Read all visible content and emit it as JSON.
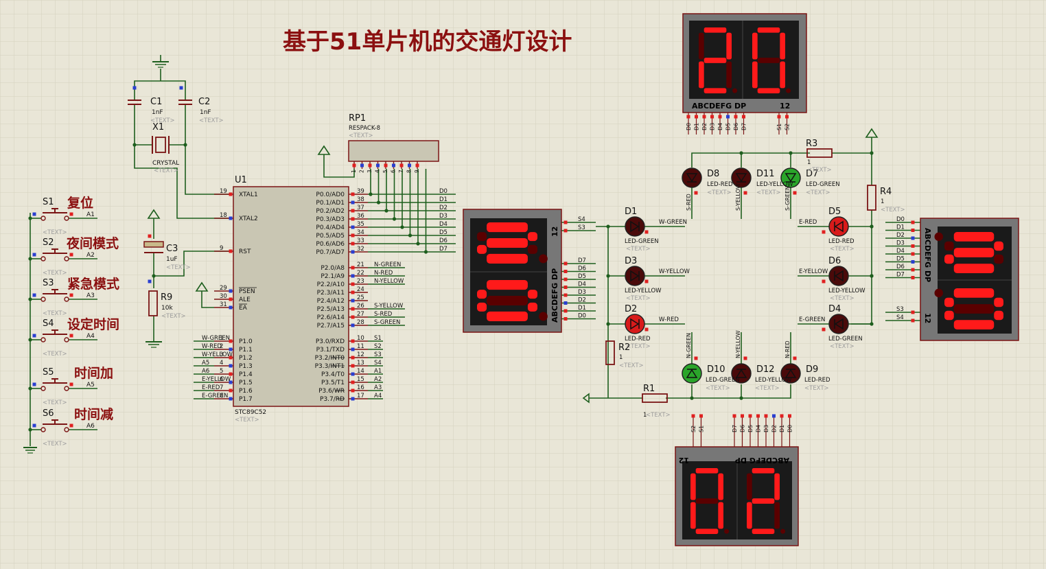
{
  "title": "基于51单片机的交通灯设计",
  "colors": {
    "background": "#e9e6d7",
    "grid": "#d4d0bd",
    "wire": "#1d5e1d",
    "outline": "#7a1414",
    "chip_fill": "#c9c6b3",
    "text_dark": "#111111",
    "text_red": "#8b1010",
    "placeholder": "#9c9c9c",
    "seg_on": "#ff1a1a",
    "seg_off": "#5a0000",
    "display_bg": "#1a1a1a",
    "display_frame": "#777777",
    "led_red": "#d81b1b",
    "led_green": "#2aa52a",
    "led_off": "#4a0a0a",
    "pin_red": "#e02020",
    "pin_blue": "#2a3fd0"
  },
  "placeholder_text": "<TEXT>",
  "crystal": {
    "c1_ref": "C1",
    "c1_val": "1nF",
    "c2_ref": "C2",
    "c2_val": "1nF",
    "x1_ref": "X1",
    "x1_val": "CRYSTAL",
    "c3_ref": "C3",
    "c3_val": "1uF",
    "r9_ref": "R9",
    "r9_val": "10k"
  },
  "buttons": [
    {
      "ref": "S1",
      "label": "复位",
      "net": "A1"
    },
    {
      "ref": "S2",
      "label": "夜间模式",
      "net": "A2"
    },
    {
      "ref": "S3",
      "label": "紧急模式",
      "net": "A3"
    },
    {
      "ref": "S4",
      "label": "设定时间",
      "net": "A4"
    },
    {
      "ref": "S5",
      "label": "时间加",
      "net": "A5"
    },
    {
      "ref": "S6",
      "label": "时间减",
      "net": "A6"
    }
  ],
  "mcu": {
    "ref": "U1",
    "part": "STC89C52",
    "left_pins": [
      {
        "num": "19",
        "name": "XTAL1"
      },
      {
        "num": "18",
        "name": "XTAL2"
      },
      {
        "num": "9",
        "name": "RST"
      },
      {
        "num": "29",
        "name": "PSEN"
      },
      {
        "num": "30",
        "name": "ALE"
      },
      {
        "num": "31",
        "name": "EA"
      },
      {
        "num": "1",
        "name": "P1.0"
      },
      {
        "num": "2",
        "name": "P1.1"
      },
      {
        "num": "3",
        "name": "P1.2"
      },
      {
        "num": "4",
        "name": "P1.3"
      },
      {
        "num": "5",
        "name": "P1.4"
      },
      {
        "num": "6",
        "name": "P1.5"
      },
      {
        "num": "7",
        "name": "P1.6"
      },
      {
        "num": "8",
        "name": "P1.7"
      }
    ],
    "p1_nets": [
      "W-GREEN",
      "W-RED",
      "W-YELLOW",
      "A5",
      "A6",
      "E-YELLOW",
      "E-RED",
      "E-GREEN"
    ],
    "p0_pins": [
      {
        "num": "39",
        "name": "P0.0/AD0",
        "net": "D0"
      },
      {
        "num": "38",
        "name": "P0.1/AD1",
        "net": "D1"
      },
      {
        "num": "37",
        "name": "P0.2/AD2",
        "net": "D2"
      },
      {
        "num": "36",
        "name": "P0.3/AD3",
        "net": "D3"
      },
      {
        "num": "35",
        "name": "P0.4/AD4",
        "net": "D4"
      },
      {
        "num": "34",
        "name": "P0.5/AD5",
        "net": "D5"
      },
      {
        "num": "33",
        "name": "P0.6/AD6",
        "net": "D6"
      },
      {
        "num": "32",
        "name": "P0.7/AD7",
        "net": "D7"
      }
    ],
    "p2_pins": [
      {
        "num": "21",
        "name": "P2.0/A8",
        "net": "N-GREEN"
      },
      {
        "num": "22",
        "name": "P2.1/A9",
        "net": "N-RED"
      },
      {
        "num": "23",
        "name": "P2.2/A10",
        "net": "N-YELLOW"
      },
      {
        "num": "24",
        "name": "P2.3/A11",
        "net": ""
      },
      {
        "num": "25",
        "name": "P2.4/A12",
        "net": ""
      },
      {
        "num": "26",
        "name": "P2.5/A13",
        "net": "S-YELLOW"
      },
      {
        "num": "27",
        "name": "P2.6/A14",
        "net": "S-RED"
      },
      {
        "num": "28",
        "name": "P2.7/A15",
        "net": "S-GREEN"
      }
    ],
    "p3_pins": [
      {
        "num": "10",
        "name": "P3.0/RXD",
        "net": "S1"
      },
      {
        "num": "11",
        "name": "P3.1/TXD",
        "net": "S2"
      },
      {
        "num": "12",
        "name": "P3.2/INT0",
        "net": "S3"
      },
      {
        "num": "13",
        "name": "P3.3/INT1",
        "net": "S4"
      },
      {
        "num": "14",
        "name": "P3.4/T0",
        "net": "A1"
      },
      {
        "num": "15",
        "name": "P3.5/T1",
        "net": "A2"
      },
      {
        "num": "16",
        "name": "P3.6/WR",
        "net": "A3"
      },
      {
        "num": "17",
        "name": "P3.7/RD",
        "net": "A4"
      }
    ]
  },
  "respack": {
    "ref": "RP1",
    "part": "RESPACK-8",
    "pins": [
      "1",
      "2",
      "3",
      "4",
      "5",
      "6",
      "7",
      "8",
      "9"
    ]
  },
  "displays": {
    "top": {
      "digits": "20",
      "label": "ABCDEFG  DP",
      "label2": "12",
      "pins": [
        "D0",
        "D1",
        "D2",
        "D3",
        "D4",
        "D5",
        "D6",
        "D7",
        "S1",
        "S2"
      ]
    },
    "left": {
      "digits": "20",
      "label": "ABCDEFG  DP",
      "label2": "12",
      "sel": [
        "S4",
        "S3"
      ],
      "pins": [
        "D7",
        "D6",
        "D5",
        "D4",
        "D3",
        "D2",
        "D1",
        "D0"
      ]
    },
    "right": {
      "digits": "20",
      "label": "ABCDEFG  DP",
      "label2": "12",
      "pins": [
        "D0",
        "D1",
        "D2",
        "D3",
        "D4",
        "D5",
        "D6",
        "D7"
      ],
      "sel": [
        "S3",
        "S4"
      ]
    },
    "bottom": {
      "digits": "02",
      "label": "ABCDEFG  DP",
      "label2": "12",
      "pins": [
        "S2",
        "S1",
        "D7",
        "D6",
        "D5",
        "D4",
        "D3",
        "D2",
        "D1",
        "D0"
      ]
    }
  },
  "leds": [
    {
      "ref": "D1",
      "part": "LED-GREEN",
      "net": "W-GREEN",
      "lit": false,
      "color": "green"
    },
    {
      "ref": "D3",
      "part": "LED-YELLOW",
      "net": "W-YELLOW",
      "lit": false,
      "color": "yellow"
    },
    {
      "ref": "D2",
      "part": "LED-RED",
      "net": "W-RED",
      "lit": true,
      "color": "red"
    },
    {
      "ref": "D8",
      "part": "LED-RED",
      "net": "S-RED",
      "lit": false,
      "color": "red"
    },
    {
      "ref": "D11",
      "part": "LED-YELLOW",
      "net": "S-YELLOW",
      "lit": false,
      "color": "yellow"
    },
    {
      "ref": "D7",
      "part": "LED-GREEN",
      "net": "S-GREEN",
      "lit": true,
      "color": "green"
    },
    {
      "ref": "D5",
      "part": "LED-RED",
      "net": "E-RED",
      "lit": true,
      "color": "red"
    },
    {
      "ref": "D6",
      "part": "LED-YELLOW",
      "net": "E-YELLOW",
      "lit": false,
      "color": "yellow"
    },
    {
      "ref": "D4",
      "part": "LED-GREEN",
      "net": "E-GREEN",
      "lit": false,
      "color": "green"
    },
    {
      "ref": "D10",
      "part": "LED-GREEN",
      "net": "N-GREEN",
      "lit": true,
      "color": "green"
    },
    {
      "ref": "D12",
      "part": "LED-YELLOW",
      "net": "N-YELLOW",
      "lit": false,
      "color": "yellow"
    },
    {
      "ref": "D9",
      "part": "LED-RED",
      "net": "N-RED",
      "lit": false,
      "color": "red"
    }
  ],
  "resistors": [
    {
      "ref": "R1",
      "val": "1"
    },
    {
      "ref": "R2",
      "val": "1"
    },
    {
      "ref": "R3",
      "val": "1"
    },
    {
      "ref": "R4",
      "val": "1"
    }
  ]
}
